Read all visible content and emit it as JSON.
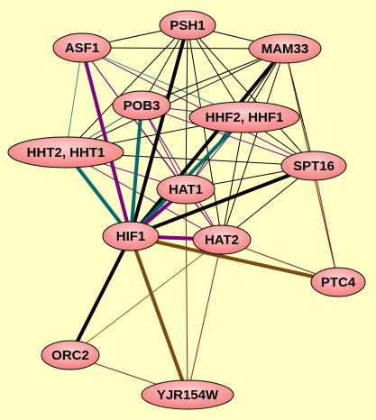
{
  "colors": {
    "background": "#ffffc6",
    "node_fill_light": "#ffd0d0",
    "node_fill_dark": "#f47e7e",
    "node_stroke": "#000000",
    "edge_black": "#000000",
    "edge_purple": "#800080",
    "edge_teal": "#006b6b",
    "edge_teal_light": "#2f8f8f",
    "edge_brown": "#7a4a10",
    "edge_red_brown": "#8b2020",
    "edge_olive": "#6b6b1a"
  },
  "nodes": [
    {
      "id": "PSH1",
      "label": "PSH1"
    },
    {
      "id": "ASF1",
      "label": "ASF1"
    },
    {
      "id": "MAM33",
      "label": "MAM33"
    },
    {
      "id": "POB3",
      "label": "POB3"
    },
    {
      "id": "HHF",
      "label": "HHF2, HHF1"
    },
    {
      "id": "HHT",
      "label": "HHT2, HHT1"
    },
    {
      "id": "SPT16",
      "label": "SPT16"
    },
    {
      "id": "HAT1",
      "label": "HAT1"
    },
    {
      "id": "HIF1",
      "label": "HIF1"
    },
    {
      "id": "HAT2",
      "label": "HAT2"
    },
    {
      "id": "PTC4",
      "label": "PTC4"
    },
    {
      "id": "ORC2",
      "label": "ORC2"
    },
    {
      "id": "YJR154W",
      "label": "YJR154W"
    }
  ],
  "edges": [
    {
      "s": "PSH1",
      "t": "ASF1",
      "color": "edge_black",
      "w": 1
    },
    {
      "s": "PSH1",
      "t": "MAM33",
      "color": "edge_black",
      "w": 1
    },
    {
      "s": "PSH1",
      "t": "POB3",
      "color": "edge_black",
      "w": 1
    },
    {
      "s": "PSH1",
      "t": "HHF",
      "color": "edge_black",
      "w": 1
    },
    {
      "s": "PSH1",
      "t": "HHT",
      "color": "edge_black",
      "w": 1
    },
    {
      "s": "PSH1",
      "t": "SPT16",
      "color": "edge_black",
      "w": 1
    },
    {
      "s": "PSH1",
      "t": "HAT1",
      "color": "edge_black",
      "w": 1
    },
    {
      "s": "PSH1",
      "t": "HIF1",
      "color": "edge_black",
      "w": 4
    },
    {
      "s": "PSH1",
      "t": "HAT2",
      "color": "edge_black",
      "w": 1
    },
    {
      "s": "ASF1",
      "t": "MAM33",
      "color": "edge_black",
      "w": 1
    },
    {
      "s": "ASF1",
      "t": "HHT",
      "color": "edge_teal_light",
      "w": 1
    },
    {
      "s": "ASF1",
      "t": "HHF",
      "color": "edge_teal_light",
      "w": 1
    },
    {
      "s": "ASF1",
      "t": "SPT16",
      "color": "edge_purple",
      "w": 1
    },
    {
      "s": "ASF1",
      "t": "HAT1",
      "color": "edge_purple",
      "w": 1
    },
    {
      "s": "ASF1",
      "t": "HIF1",
      "color": "edge_purple",
      "w": 4
    },
    {
      "s": "ASF1",
      "t": "HAT2",
      "color": "edge_purple",
      "w": 1
    },
    {
      "s": "MAM33",
      "t": "POB3",
      "color": "edge_black",
      "w": 1
    },
    {
      "s": "MAM33",
      "t": "HHF",
      "color": "edge_black",
      "w": 1
    },
    {
      "s": "MAM33",
      "t": "HHT",
      "color": "edge_black",
      "w": 1
    },
    {
      "s": "MAM33",
      "t": "SPT16",
      "color": "edge_black",
      "w": 1
    },
    {
      "s": "MAM33",
      "t": "HAT1",
      "color": "edge_black",
      "w": 1
    },
    {
      "s": "MAM33",
      "t": "HIF1",
      "color": "edge_black",
      "w": 4
    },
    {
      "s": "MAM33",
      "t": "HAT2",
      "color": "edge_black",
      "w": 1
    },
    {
      "s": "POB3",
      "t": "HHF",
      "color": "edge_purple",
      "w": 1
    },
    {
      "s": "POB3",
      "t": "HHT",
      "color": "edge_teal",
      "w": 1
    },
    {
      "s": "POB3",
      "t": "SPT16",
      "color": "edge_purple",
      "w": 1
    },
    {
      "s": "POB3",
      "t": "HAT1",
      "color": "edge_purple",
      "w": 1
    },
    {
      "s": "POB3",
      "t": "HIF1",
      "color": "edge_teal",
      "w": 4
    },
    {
      "s": "POB3",
      "t": "HAT2",
      "color": "edge_purple",
      "w": 1
    },
    {
      "s": "HHF",
      "t": "HHT",
      "color": "edge_black",
      "w": 1
    },
    {
      "s": "HHF",
      "t": "SPT16",
      "color": "edge_black",
      "w": 1
    },
    {
      "s": "HHF",
      "t": "HAT1",
      "color": "edge_purple",
      "w": 1
    },
    {
      "s": "HHF",
      "t": "HIF1",
      "color": "edge_teal",
      "w": 4
    },
    {
      "s": "HHF",
      "t": "HAT2",
      "color": "edge_black",
      "w": 1
    },
    {
      "s": "HHT",
      "t": "SPT16",
      "color": "edge_black",
      "w": 1
    },
    {
      "s": "HHT",
      "t": "HAT1",
      "color": "edge_purple",
      "w": 1
    },
    {
      "s": "HHT",
      "t": "HIF1",
      "color": "edge_teal",
      "w": 4
    },
    {
      "s": "HHT",
      "t": "HAT2",
      "color": "edge_purple",
      "w": 1
    },
    {
      "s": "SPT16",
      "t": "HAT1",
      "color": "edge_black",
      "w": 1
    },
    {
      "s": "SPT16",
      "t": "HIF1",
      "color": "edge_black",
      "w": 4
    },
    {
      "s": "SPT16",
      "t": "HAT2",
      "color": "edge_black",
      "w": 1
    },
    {
      "s": "SPT16",
      "t": "PTC4",
      "color": "edge_red_brown",
      "w": 1
    },
    {
      "s": "HAT1",
      "t": "HIF1",
      "color": "edge_purple",
      "w": 4
    },
    {
      "s": "HAT1",
      "t": "HAT2",
      "color": "edge_purple",
      "w": 1
    },
    {
      "s": "HAT1",
      "t": "YJR154W",
      "color": "edge_red_brown",
      "w": 1
    },
    {
      "s": "HIF1",
      "t": "HAT2",
      "color": "edge_purple",
      "w": 4
    },
    {
      "s": "HIF1",
      "t": "PTC4",
      "color": "edge_brown",
      "w": 4
    },
    {
      "s": "HIF1",
      "t": "ORC2",
      "color": "edge_black",
      "w": 4
    },
    {
      "s": "HIF1",
      "t": "YJR154W",
      "color": "edge_brown",
      "w": 4
    },
    {
      "s": "HAT2",
      "t": "PTC4",
      "color": "edge_red_brown",
      "w": 1
    },
    {
      "s": "HAT2",
      "t": "ORC2",
      "color": "edge_olive",
      "w": 1
    },
    {
      "s": "HAT2",
      "t": "YJR154W",
      "color": "edge_red_brown",
      "w": 1
    },
    {
      "s": "MAM33",
      "t": "PTC4",
      "color": "edge_red_brown",
      "w": 1
    },
    {
      "s": "ORC2",
      "t": "YJR154W",
      "color": "edge_red_brown",
      "w": 1
    }
  ]
}
